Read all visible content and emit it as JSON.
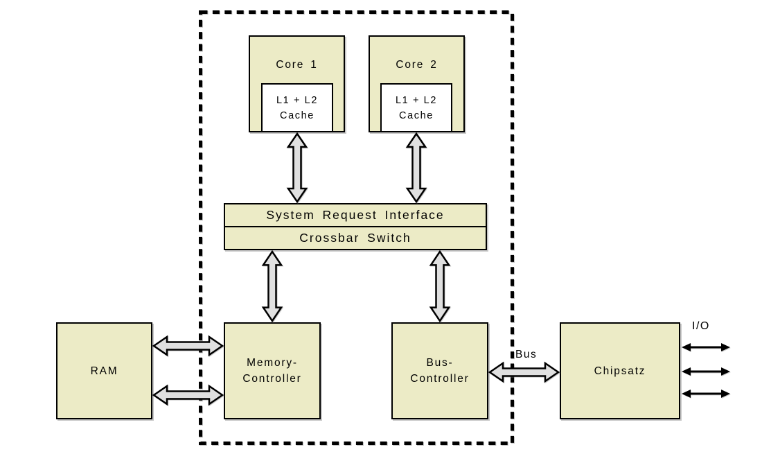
{
  "diagram": {
    "nodes": {
      "core1": {
        "title": "Core 1",
        "cache_line1": "L1 + L2",
        "cache_line2": "Cache"
      },
      "core2": {
        "title": "Core 2",
        "cache_line1": "L1 + L2",
        "cache_line2": "Cache"
      },
      "system_request_interface": {
        "label": "System Request Interface"
      },
      "crossbar_switch": {
        "label": "Crossbar Switch"
      },
      "ram": {
        "label": "RAM"
      },
      "memory_controller": {
        "line1": "Memory-",
        "line2": "Controller"
      },
      "bus_controller": {
        "line1": "Bus-",
        "line2": "Controller"
      },
      "chipsatz": {
        "label": "Chipsatz"
      }
    },
    "annotations": {
      "bus_label": "Bus",
      "io_label": "I/O"
    }
  },
  "colors": {
    "box_fill": "#ECEBC6",
    "arrow_fill": "#E0E0E0",
    "outline": "#000000",
    "background": "#FFFFFF"
  }
}
